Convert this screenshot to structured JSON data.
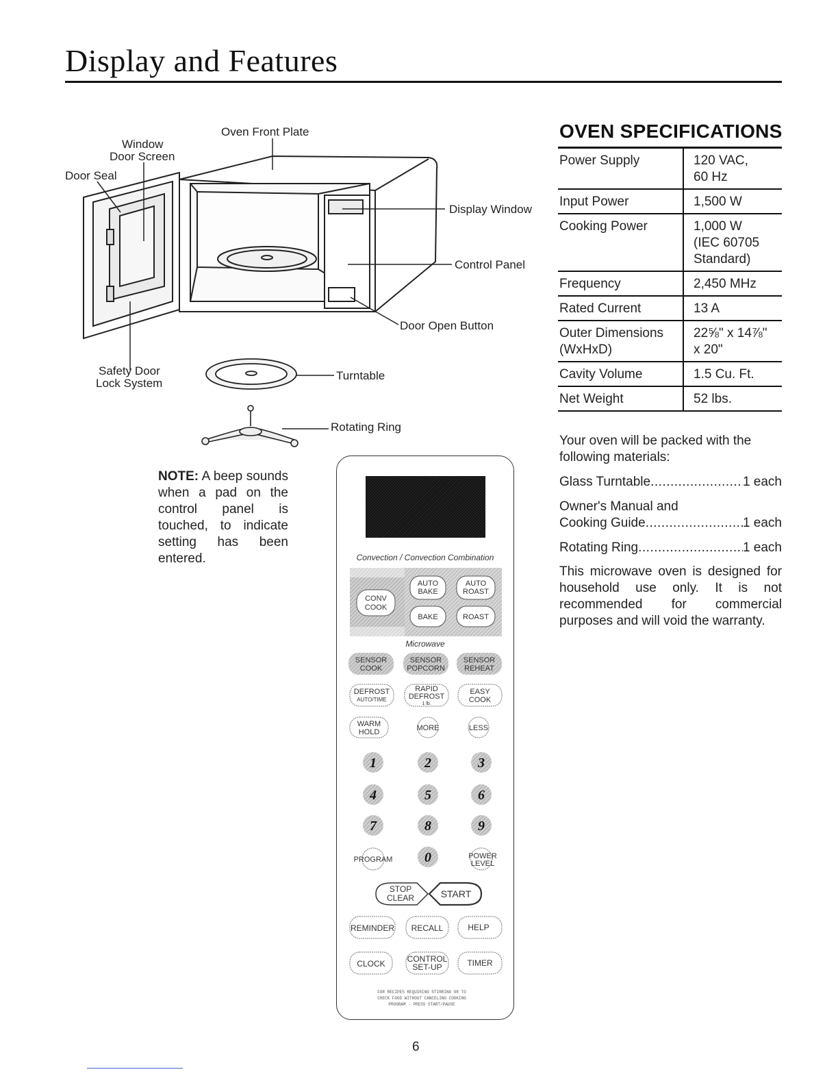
{
  "page": {
    "title": "Display and Features",
    "page_number": "6"
  },
  "diagram": {
    "labels": {
      "oven_front_plate": "Oven Front Plate",
      "window": "Window",
      "door_screen": "Door Screen",
      "door_seal": "Door Seal",
      "display_window": "Display Window",
      "control_panel": "Control Panel",
      "door_open_button": "Door Open Button",
      "safety_door": "Safety Door",
      "lock_system": "Lock System",
      "turntable": "Turntable",
      "rotating_ring": "Rotating Ring"
    }
  },
  "note": {
    "label": "NOTE:",
    "text": "A beep sounds when a pad on the control panel is touched, to indicate setting has been entered."
  },
  "specs": {
    "heading": "OVEN SPECIFICATIONS",
    "rows": [
      {
        "name": "Power Supply",
        "value": "120 VAC,\n60 Hz"
      },
      {
        "name": "Input Power",
        "value": "1,500 W"
      },
      {
        "name": "Cooking Power",
        "value": "1,000 W\n(IEC 60705\nStandard)"
      },
      {
        "name": "Frequency",
        "value": "2,450 MHz"
      },
      {
        "name": "Rated Current",
        "value": "13 A"
      },
      {
        "name": "Outer Dimensions\n(WxHxD)",
        "value": "22⅝\" x 14⅞\"\nx 20\""
      },
      {
        "name": "Cavity Volume",
        "value": "1.5 Cu. Ft."
      },
      {
        "name": "Net Weight",
        "value": "52 lbs."
      }
    ]
  },
  "packing": {
    "intro": "Your oven will be packed with the following materials:",
    "items": [
      {
        "name": "Glass Turntable",
        "qty": "1 each"
      },
      {
        "name_line1": "Owner's Manual and",
        "name": "Cooking Guide",
        "qty": "1 each"
      },
      {
        "name": "Rotating Ring",
        "qty": "1 each"
      }
    ],
    "disclaimer": "This microwave oven is designed for household use only. It is not recommended for commercial purposes and will void the warranty."
  },
  "control_panel": {
    "section_convection": "Convection / Convection Combination",
    "section_microwave": "Microwave",
    "pads": {
      "conv_cook": [
        "CONV",
        "COOK"
      ],
      "auto_bake": [
        "AUTO",
        "BAKE"
      ],
      "auto_roast": [
        "AUTO",
        "ROAST"
      ],
      "bake": "BAKE",
      "roast": "ROAST",
      "sensor_cook": [
        "SENSOR",
        "COOK"
      ],
      "sensor_popcorn": [
        "SENSOR",
        "POPCORN"
      ],
      "sensor_reheat": [
        "SENSOR",
        "REHEAT"
      ],
      "defrost": [
        "DEFROST",
        "AUTO/TIME"
      ],
      "rapid_defrost": [
        "RAPID",
        "DEFROST",
        "1 lb."
      ],
      "easy_cook": [
        "EASY",
        "COOK"
      ],
      "warm_hold": [
        "WARM",
        "HOLD"
      ],
      "more": "MORE",
      "less": "LESS",
      "digits": [
        "1",
        "2",
        "3",
        "4",
        "5",
        "6",
        "7",
        "8",
        "9",
        "0"
      ],
      "program": "PROGRAM",
      "power_level": [
        "POWER",
        "LEVEL"
      ],
      "stop_clear": [
        "STOP",
        "CLEAR"
      ],
      "start": "START",
      "reminder": "REMINDER",
      "recall": "RECALL",
      "help": "HELP",
      "clock": "CLOCK",
      "control_setup": [
        "CONTROL",
        "SET-UP"
      ],
      "timer": "TIMER"
    },
    "footer": [
      "FOR RECIPES REQUIRING STIRRING OR TO",
      "CHECK FOOD WITHOUT CANCELING COOKING",
      "PROGRAM - PRESS START/PAUSE"
    ]
  }
}
